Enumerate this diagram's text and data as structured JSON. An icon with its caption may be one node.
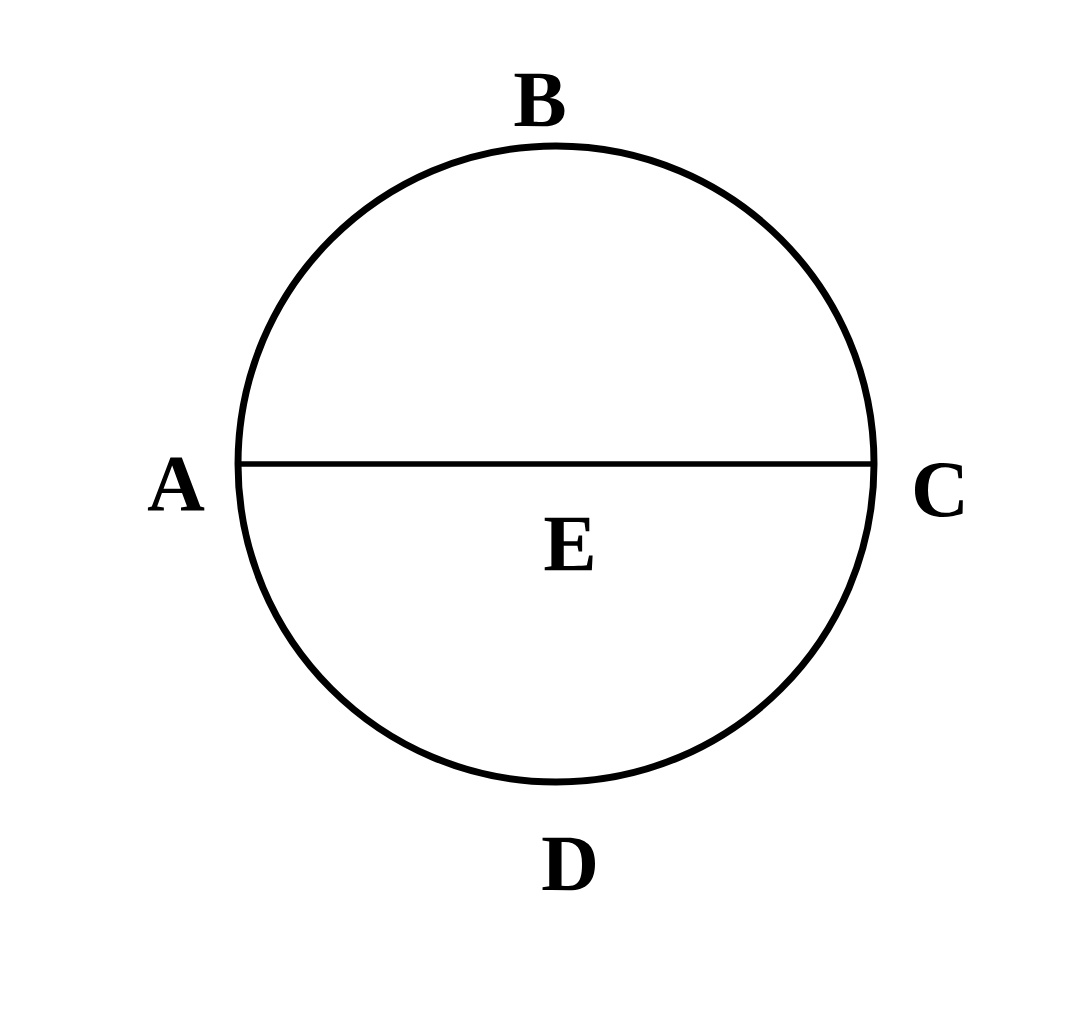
{
  "diagram": {
    "labels": [
      "B",
      "A",
      "C",
      "E",
      "D"
    ]
  }
}
